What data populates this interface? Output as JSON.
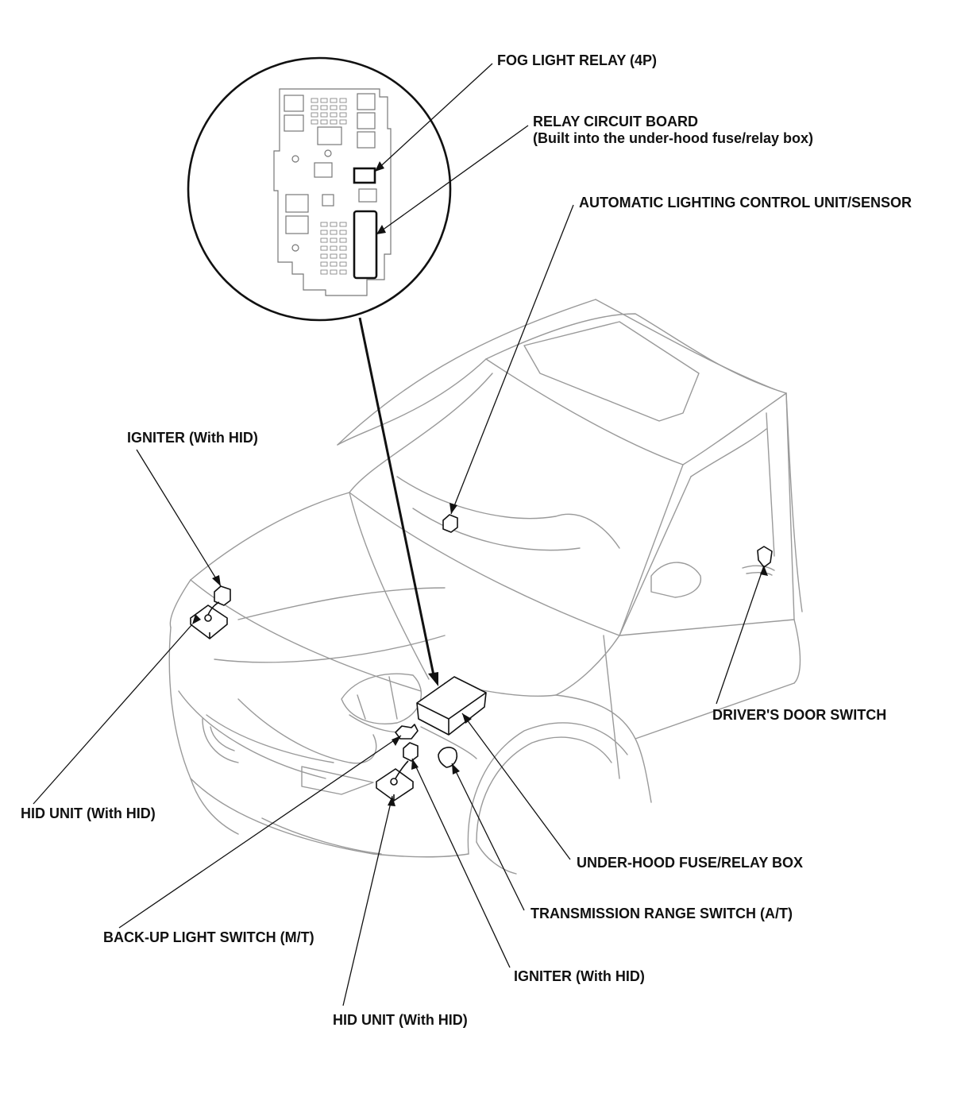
{
  "labels": {
    "fog_light_relay": "FOG LIGHT RELAY (4P)",
    "relay_circuit_board": "RELAY CIRCUIT BOARD",
    "relay_circuit_board_note": "(Built into the under-hood fuse/relay box)",
    "auto_lighting_unit": "AUTOMATIC LIGHTING CONTROL UNIT/SENSOR",
    "igniter_left": "IGNITER (With HID)",
    "drivers_door_switch": "DRIVER'S DOOR SWITCH",
    "hid_unit_left": "HID UNIT (With HID)",
    "underhood_fuse_box": "UNDER-HOOD FUSE/RELAY BOX",
    "transmission_range_switch": "TRANSMISSION RANGE SWITCH (A/T)",
    "backup_light_switch": "BACK-UP LIGHT SWITCH (M/T)",
    "igniter_right": "IGNITER (With HID)",
    "hid_unit_right": "HID UNIT (With HID)"
  },
  "colors": {
    "line": "#111111",
    "car_outline": "#9a9a9a",
    "background": "#ffffff"
  }
}
